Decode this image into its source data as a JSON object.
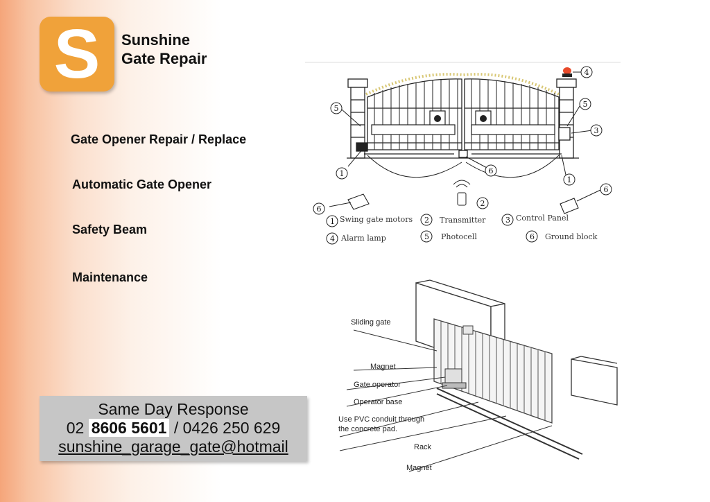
{
  "brand": {
    "logo_letter": "S",
    "line1": "Sunshine",
    "line2": "Gate Repair"
  },
  "services": [
    "Gate Opener Repair / Replace",
    "Automatic Gate Opener",
    "Safety Beam",
    "Maintenance"
  ],
  "contact": {
    "headline": "Same Day Response",
    "phone_prefix": "02",
    "phone_highlight": "8606 5601",
    "phone_separator": "/",
    "mobile": "0426 250 629",
    "email": "sunshine_garage_gate@hotmail"
  },
  "swing_diagram": {
    "callouts": [
      "1",
      "2",
      "3",
      "4",
      "5",
      "6"
    ],
    "legend": [
      {
        "num": "1",
        "label": "Swing gate motors"
      },
      {
        "num": "2",
        "label": "Transmitter"
      },
      {
        "num": "3",
        "label": "Control Panel"
      },
      {
        "num": "4",
        "label": "Alarm lamp"
      },
      {
        "num": "5",
        "label": "Photocell"
      },
      {
        "num": "6",
        "label": "Ground block"
      }
    ]
  },
  "sliding_diagram": {
    "labels": [
      "Sliding gate",
      "Magnet",
      "Gate operator",
      "Operator base",
      "Use PVC conduit through",
      "the concrete pad.",
      "Rack",
      "Magnet"
    ]
  }
}
